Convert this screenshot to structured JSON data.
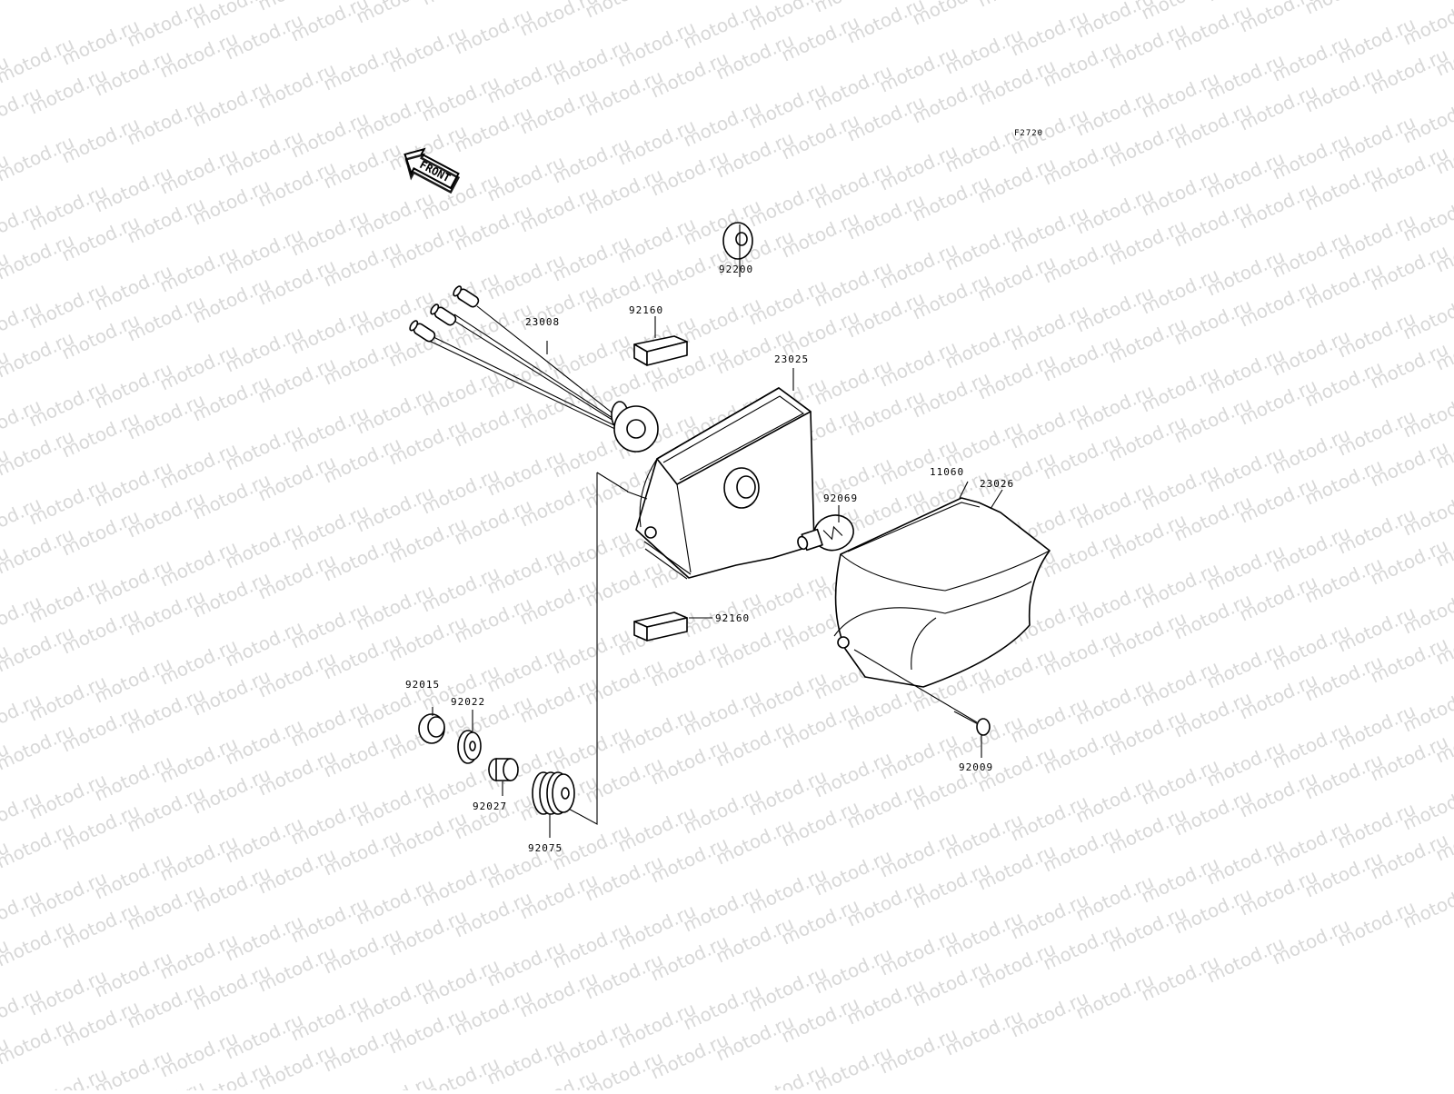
{
  "figure_code": "F2720",
  "front_arrow_label": "FRONT",
  "watermark": "motod.ru",
  "parts": {
    "harness": "23008",
    "grommet_top": "92200",
    "pad_top": "92160",
    "lamp_case": "23025",
    "pad_bottom": "92160",
    "bulb": "92069",
    "gasket": "11060",
    "lens": "23026",
    "nut": "92015",
    "washer": "92022",
    "collar": "92027",
    "grommet_mount": "92075",
    "screw": "92009"
  }
}
